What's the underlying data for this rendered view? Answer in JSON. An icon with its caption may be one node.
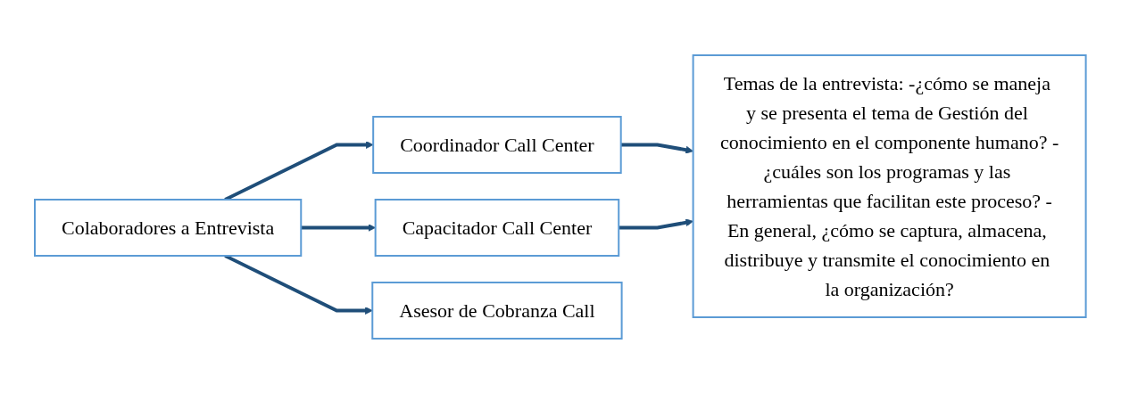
{
  "diagram": {
    "nodes": [
      {
        "text": [
          "Colaboradores a Entrevista"
        ]
      },
      {
        "text": [
          "Coordinador Call Center"
        ]
      },
      {
        "text": [
          "Capacitador Call Center"
        ]
      },
      {
        "text": [
          "Asesor de Cobranza Call"
        ]
      },
      {
        "text": [
          "Temas de la entrevista: -¿cómo se maneja y se presenta el tema de Gestión del conocimiento en el componente humano? -¿cuáles son los programas y las herramientas que facilitan este proceso? -En general, ¿cómo se captura, almacena, distribuye y transmite el conocimiento en la organización?"
        ]
      }
    ],
    "edges": [
      {
        "from": 0,
        "to": 1,
        "arrow": "to"
      },
      {
        "from": 0,
        "to": 2,
        "arrow": "to"
      },
      {
        "from": 0,
        "to": 3,
        "arrow": "to"
      },
      {
        "from": 1,
        "to": 4,
        "arrow": "to"
      },
      {
        "from": 2,
        "to": 4,
        "arrow": "to"
      }
    ]
  }
}
